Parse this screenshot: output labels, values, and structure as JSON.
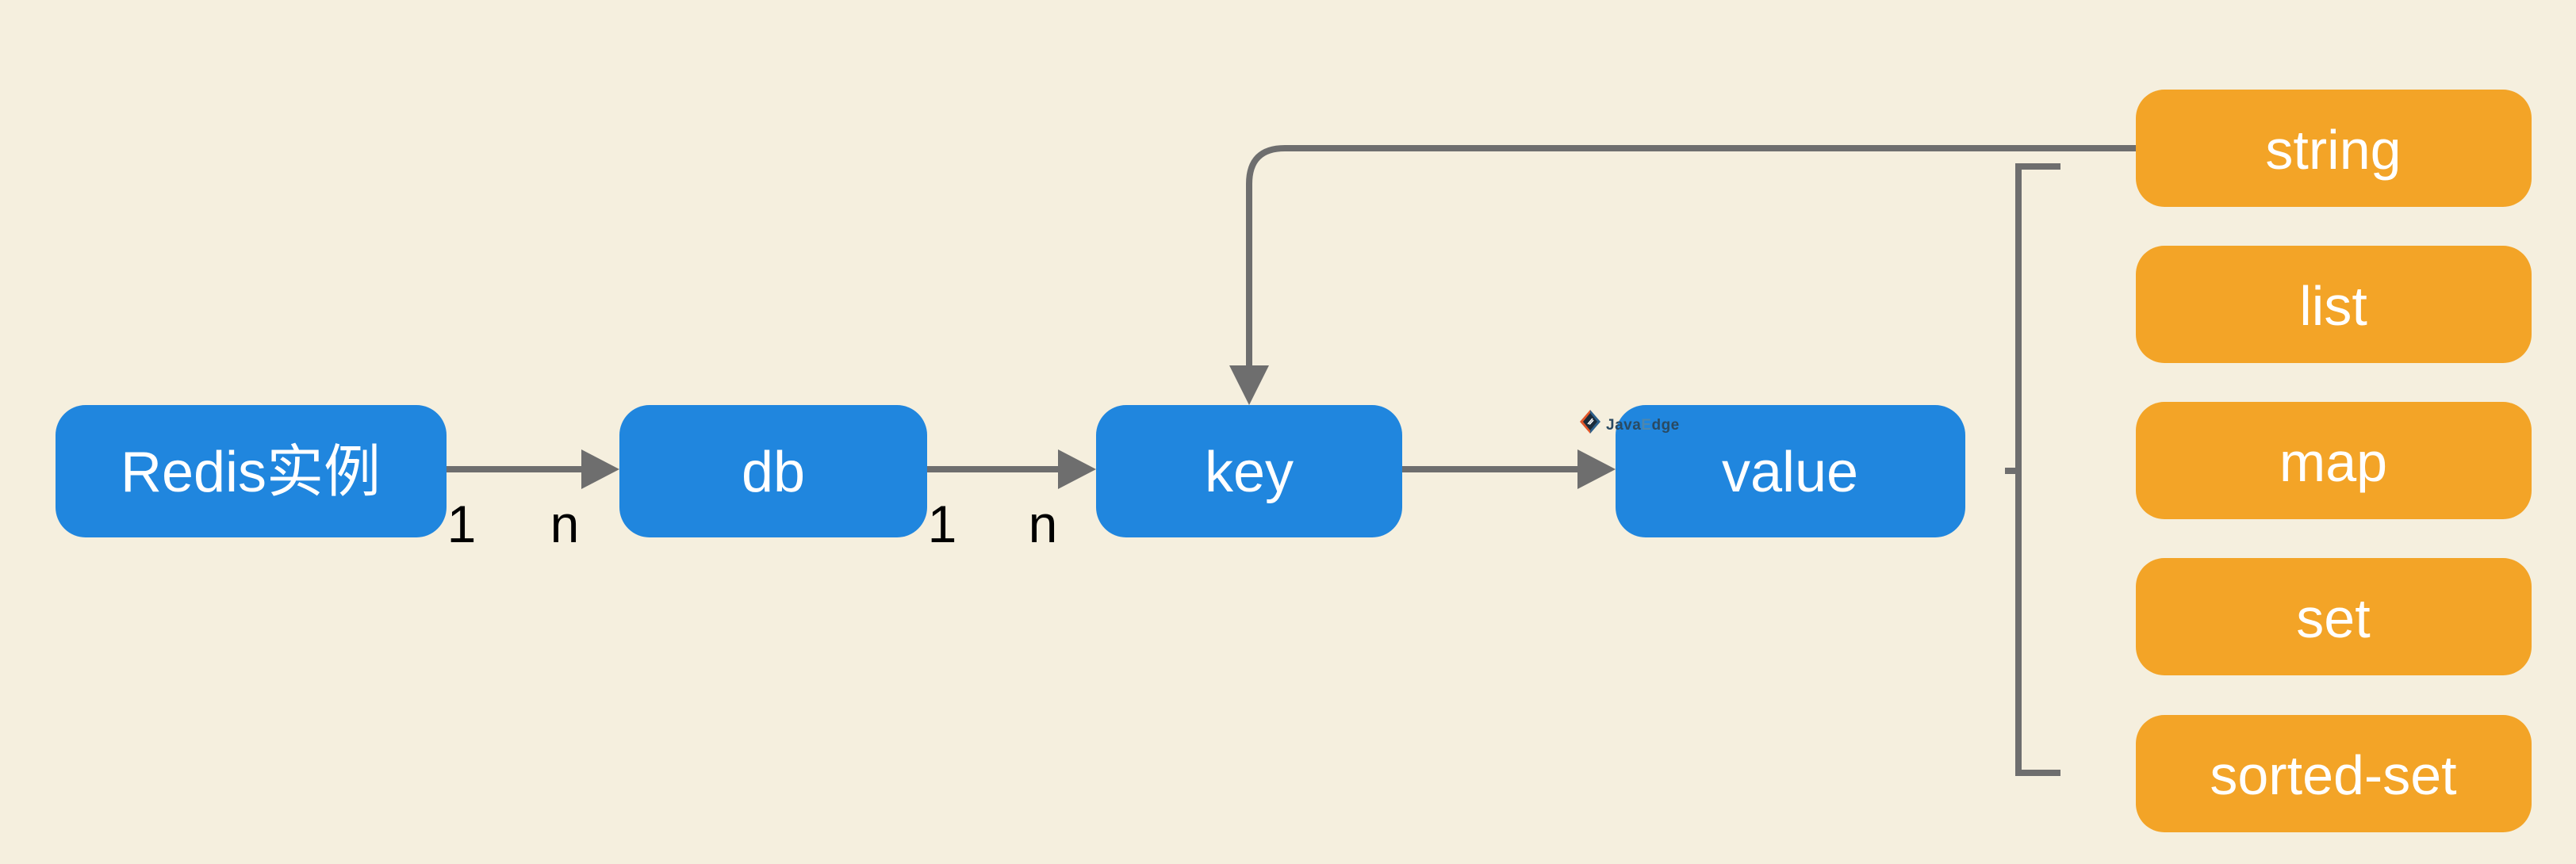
{
  "diagram": {
    "colors": {
      "background": "#F5EFDE",
      "entity_fill": "#2086DE",
      "entity_text": "#FFFFFF",
      "type_fill": "#F3A427",
      "type_text": "#FFFFFF",
      "edge": "#6E6E6E",
      "edge_label_text": "#000000"
    },
    "entities": {
      "redis": "Redis实例",
      "db": "db",
      "key": "key",
      "value": "value"
    },
    "value_types": [
      "string",
      "list",
      "map",
      "set",
      "sorted-set"
    ],
    "edge_labels": {
      "redis_to_db": {
        "source": "1",
        "target": "n"
      },
      "db_to_key": {
        "source": "1",
        "target": "n"
      }
    },
    "watermark": {
      "part_java": "Java",
      "part_e": "E",
      "part_dge": "dge",
      "colors": {
        "text_dark": "#2A4A62",
        "text_light": "#4E87AD",
        "logo_orange": "#E2572B",
        "logo_blue": "#2C5F8A",
        "logo_dark": "#1B2B3A",
        "logo_mark": "#FFFFFF"
      }
    }
  }
}
